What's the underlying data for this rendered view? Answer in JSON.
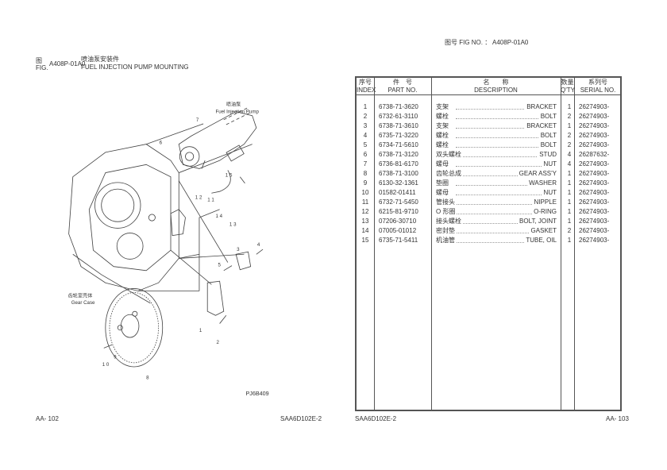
{
  "header": {
    "fig_no_label": "图号 FIG NO. ：",
    "fig_no": "A408P-01A0"
  },
  "figure": {
    "label_cn": "图",
    "label_en": "FIG.",
    "code": "A408P-01A0",
    "title_cn": "喷油泵安装件",
    "title_en": "FUEL INJECTION PUMP MOUNTING",
    "callouts": {
      "pump_cn": "喷油泵",
      "pump_en": "Fuel Injection Pump",
      "case_cn": "齿轮室壳体",
      "case_en": "Gear Case",
      "drawing_no": "PJ6B409"
    },
    "numbers": [
      "1",
      "2",
      "3",
      "4",
      "5",
      "6",
      "7",
      "8",
      "9",
      "1 0",
      "1 1",
      "1 2",
      "1 3",
      "1 4",
      "1 5"
    ]
  },
  "table": {
    "headers": {
      "index_cn": "序号",
      "index_en": "INDEX",
      "part_cn": "件　号",
      "part_en": "PART NO.",
      "desc_cn": "名　　称",
      "desc_en": "DESCRIPTION",
      "qty_cn": "数量",
      "qty_en": "Q'TY",
      "serial_cn": "系列号",
      "serial_en": "SERIAL NO."
    },
    "rows": [
      {
        "index": "1",
        "part": "6738-71-3620",
        "cn": "支架",
        "en": "BRACKET",
        "qty": "1",
        "serial": "26274903-"
      },
      {
        "index": "2",
        "part": "6732-61-3110",
        "cn": "螺栓",
        "en": "BOLT",
        "qty": "2",
        "serial": "26274903-"
      },
      {
        "index": "3",
        "part": "6738-71-3610",
        "cn": "支架",
        "en": "BRACKET",
        "qty": "1",
        "serial": "26274903-"
      },
      {
        "index": "4",
        "part": "6735-71-3220",
        "cn": "螺栓",
        "en": "BOLT",
        "qty": "2",
        "serial": "26274903-"
      },
      {
        "index": "5",
        "part": "6734-71-5610",
        "cn": "螺栓",
        "en": "BOLT",
        "qty": "2",
        "serial": "26274903-"
      },
      {
        "index": "6",
        "part": "6738-71-3120",
        "cn": "双头螺栓",
        "en": "STUD",
        "qty": "4",
        "serial": "26287632-"
      },
      {
        "index": "7",
        "part": "6736-81-6170",
        "cn": "螺母",
        "en": "NUT",
        "qty": "4",
        "serial": "26274903-"
      },
      {
        "index": "8",
        "part": "6738-71-3100",
        "cn": "齿轮总成",
        "en": "GEAR ASS'Y",
        "qty": "1",
        "serial": "26274903-"
      },
      {
        "index": "9",
        "part": "6130-32-1361",
        "cn": "垫圈",
        "en": "WASHER",
        "qty": "1",
        "serial": "26274903-"
      },
      {
        "index": "10",
        "part": "01582-01411",
        "cn": "螺母",
        "en": "NUT",
        "qty": "1",
        "serial": "26274903-"
      },
      {
        "index": "11",
        "part": "6732-71-5450",
        "cn": "管接头",
        "en": "NIPPLE",
        "qty": "1",
        "serial": "26274903-"
      },
      {
        "index": "12",
        "part": "6215-81-9710",
        "cn": "O 形圈",
        "en": "O-RING",
        "qty": "1",
        "serial": "26274903-"
      },
      {
        "index": "13",
        "part": "07206-30710",
        "cn": "接头螺栓",
        "en": "BOLT, JOINT",
        "qty": "1",
        "serial": "26274903-"
      },
      {
        "index": "14",
        "part": "07005-01012",
        "cn": "密封垫",
        "en": "GASKET",
        "qty": "2",
        "serial": "26274903-"
      },
      {
        "index": "15",
        "part": "6735-71-5411",
        "cn": "机油管",
        "en": "TUBE, OIL",
        "qty": "1",
        "serial": "26274903-"
      }
    ]
  },
  "footer": {
    "left_page": "AA- 102",
    "left_model": "SAA6D102E-2",
    "right_model": "SAA6D102E-2",
    "right_page": "AA- 103"
  }
}
